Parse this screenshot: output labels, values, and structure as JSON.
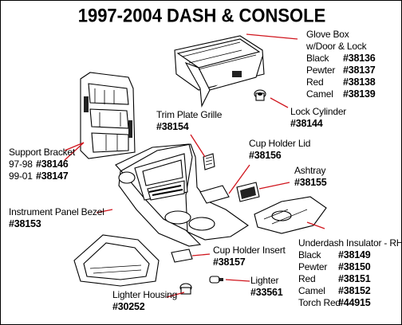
{
  "title": "1997-2004 DASH & CONSOLE",
  "colors": {
    "leader": "#d0151d",
    "ink": "#000000"
  },
  "labels": {
    "glove_box": {
      "name_lines": [
        "Glove Box",
        "w/Door & Lock"
      ],
      "variants": [
        {
          "color": "Black",
          "pn": "#38136"
        },
        {
          "color": "Pewter",
          "pn": "#38137"
        },
        {
          "color": "Red",
          "pn": "#38138"
        },
        {
          "color": "Camel",
          "pn": "#38139"
        }
      ]
    },
    "lock_cylinder": {
      "name": "Lock Cylinder",
      "pn": "#38144"
    },
    "trim_plate_grille": {
      "name": "Trim Plate Grille",
      "pn": "#38154"
    },
    "cup_holder_lid": {
      "name": "Cup Holder Lid",
      "pn": "#38156"
    },
    "ashtray": {
      "name": "Ashtray",
      "pn": "#38155"
    },
    "support_bracket": {
      "name": "Support Bracket",
      "variants": [
        {
          "years": "97-98",
          "pn": "#38146"
        },
        {
          "years": "99-01",
          "pn": "#38147"
        }
      ]
    },
    "instrument_panel_bezel": {
      "name": "Instrument Panel Bezel",
      "pn": "#38153"
    },
    "underdash_insulator": {
      "name": "Underdash Insulator - RH",
      "variants": [
        {
          "color": "Black",
          "pn": "#38149"
        },
        {
          "color": "Pewter",
          "pn": "#38150"
        },
        {
          "color": "Red",
          "pn": "#38151"
        },
        {
          "color": "Camel",
          "pn": "#38152"
        },
        {
          "color": "Torch Red",
          "pn": "#44915"
        }
      ]
    },
    "cup_holder_insert": {
      "name": "Cup Holder Insert",
      "pn": "#38157"
    },
    "lighter": {
      "name": "Lighter",
      "pn": "#33561"
    },
    "lighter_housing": {
      "name": "Lighter Housing",
      "pn": "#30252"
    }
  }
}
